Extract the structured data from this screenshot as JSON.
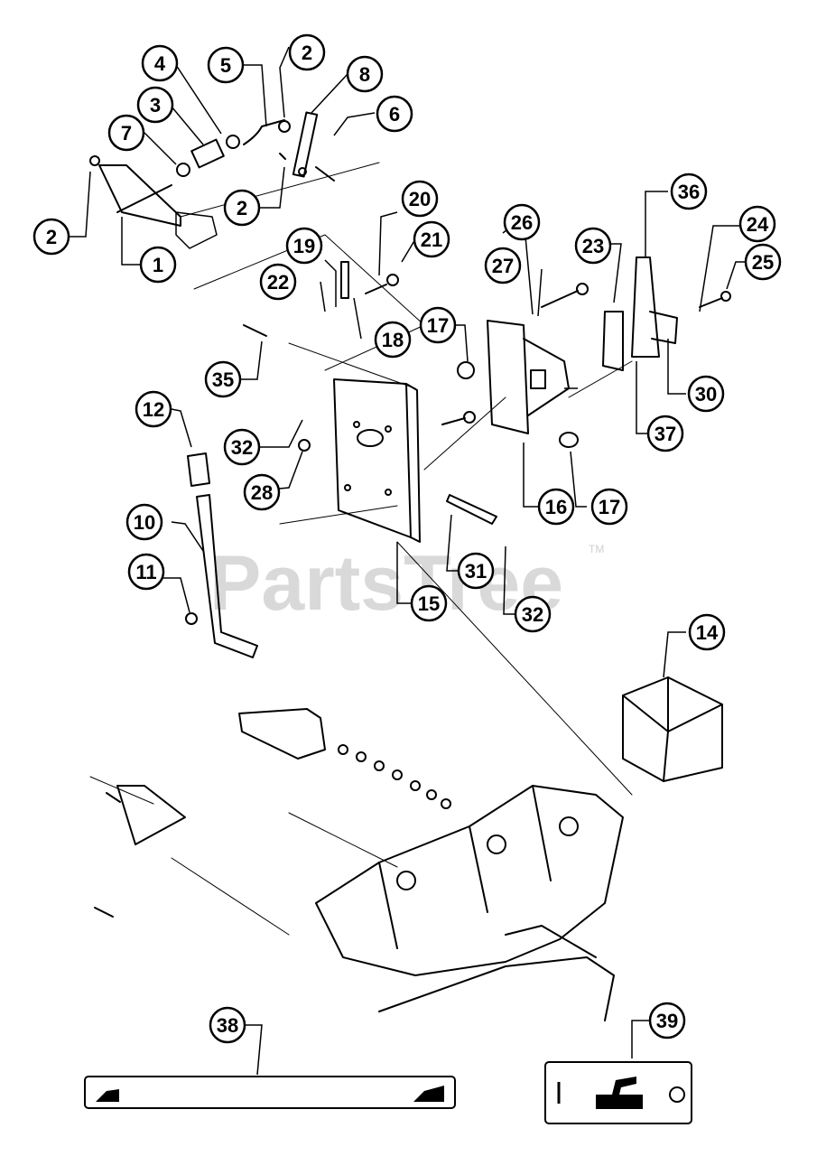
{
  "watermark": {
    "text": "PartsTree",
    "trademark": "TM"
  },
  "callouts": [
    {
      "id": "c1",
      "label": "1"
    },
    {
      "id": "c2a",
      "label": "2"
    },
    {
      "id": "c2b",
      "label": "2"
    },
    {
      "id": "c2c",
      "label": "2"
    },
    {
      "id": "c3",
      "label": "3"
    },
    {
      "id": "c4",
      "label": "4"
    },
    {
      "id": "c5",
      "label": "5"
    },
    {
      "id": "c6",
      "label": "6"
    },
    {
      "id": "c7",
      "label": "7"
    },
    {
      "id": "c8",
      "label": "8"
    },
    {
      "id": "c10",
      "label": "10"
    },
    {
      "id": "c11",
      "label": "11"
    },
    {
      "id": "c12",
      "label": "12"
    },
    {
      "id": "c14",
      "label": "14"
    },
    {
      "id": "c15",
      "label": "15"
    },
    {
      "id": "c16",
      "label": "16"
    },
    {
      "id": "c17a",
      "label": "17"
    },
    {
      "id": "c17b",
      "label": "17"
    },
    {
      "id": "c18",
      "label": "18"
    },
    {
      "id": "c19",
      "label": "19"
    },
    {
      "id": "c20",
      "label": "20"
    },
    {
      "id": "c21",
      "label": "21"
    },
    {
      "id": "c22",
      "label": "22"
    },
    {
      "id": "c23",
      "label": "23"
    },
    {
      "id": "c24",
      "label": "24"
    },
    {
      "id": "c25",
      "label": "25"
    },
    {
      "id": "c26",
      "label": "26"
    },
    {
      "id": "c27",
      "label": "27"
    },
    {
      "id": "c28",
      "label": "28"
    },
    {
      "id": "c30",
      "label": "30"
    },
    {
      "id": "c31",
      "label": "31"
    },
    {
      "id": "c32a",
      "label": "32"
    },
    {
      "id": "c32b",
      "label": "32"
    },
    {
      "id": "c35",
      "label": "35"
    },
    {
      "id": "c36",
      "label": "36"
    },
    {
      "id": "c37",
      "label": "37"
    },
    {
      "id": "c38",
      "label": "38"
    },
    {
      "id": "c39",
      "label": "39"
    }
  ],
  "decals": [
    {
      "id": "decal-38",
      "part": "38",
      "icon": "hitch-lever-decal-icon"
    },
    {
      "id": "decal-39",
      "part": "39",
      "icon": "hitch-position-decal-icon"
    }
  ],
  "colors": {
    "ink": "#000000",
    "paper": "#ffffff",
    "watermark": "#d9d9d9"
  }
}
